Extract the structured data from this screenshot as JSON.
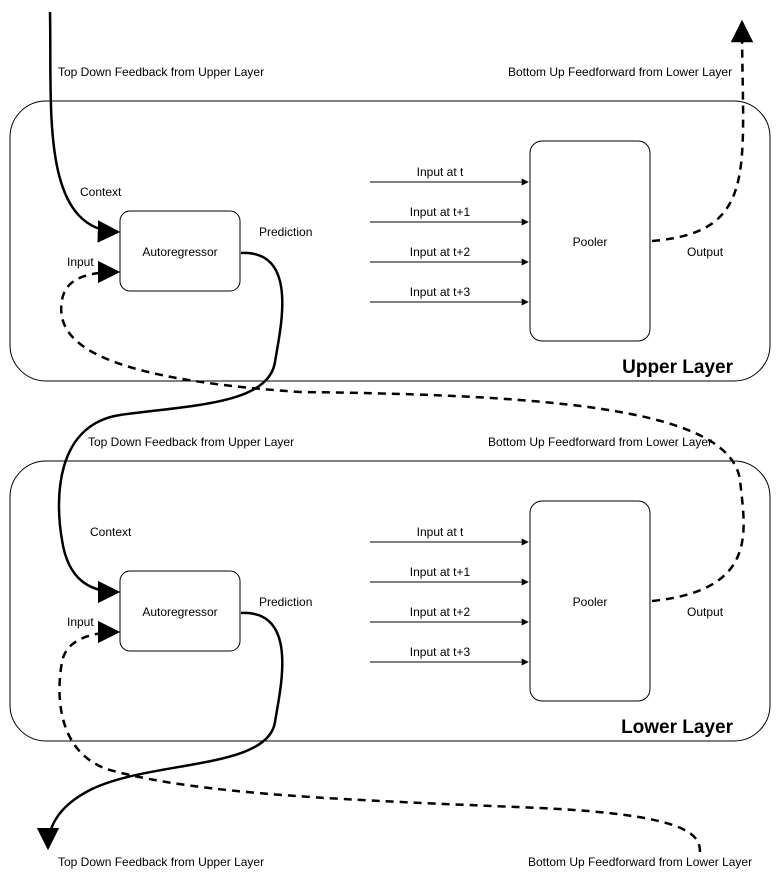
{
  "upper_layer": {
    "title": "Upper Layer",
    "top_label": "Top Down Feedback from Upper Layer",
    "bottom_up_label": "Bottom Up Feedforward from Lower Layer",
    "context": "Context",
    "input": "Input",
    "prediction": "Prediction",
    "autoregressor": "Autoregressor",
    "pooler": "Pooler",
    "output": "Output",
    "inputs": [
      "Input at t",
      "Input at t+1",
      "Input at t+2",
      "Input at t+3"
    ]
  },
  "lower_layer": {
    "title": "Lower Layer",
    "top_label": "Top Down Feedback from Upper Layer",
    "bottom_up_label": "Bottom Up Feedforward from Lower Layer",
    "context": "Context",
    "input": "Input",
    "prediction": "Prediction",
    "autoregressor": "Autoregressor",
    "pooler": "Pooler",
    "output": "Output",
    "inputs": [
      "Input at t",
      "Input at t+1",
      "Input at t+2",
      "Input at t+3"
    ]
  },
  "footer": {
    "top_down_label": "Top Down Feedback from Upper Layer",
    "bottom_up_label": "Bottom Up Feedforward from Lower Layer"
  }
}
